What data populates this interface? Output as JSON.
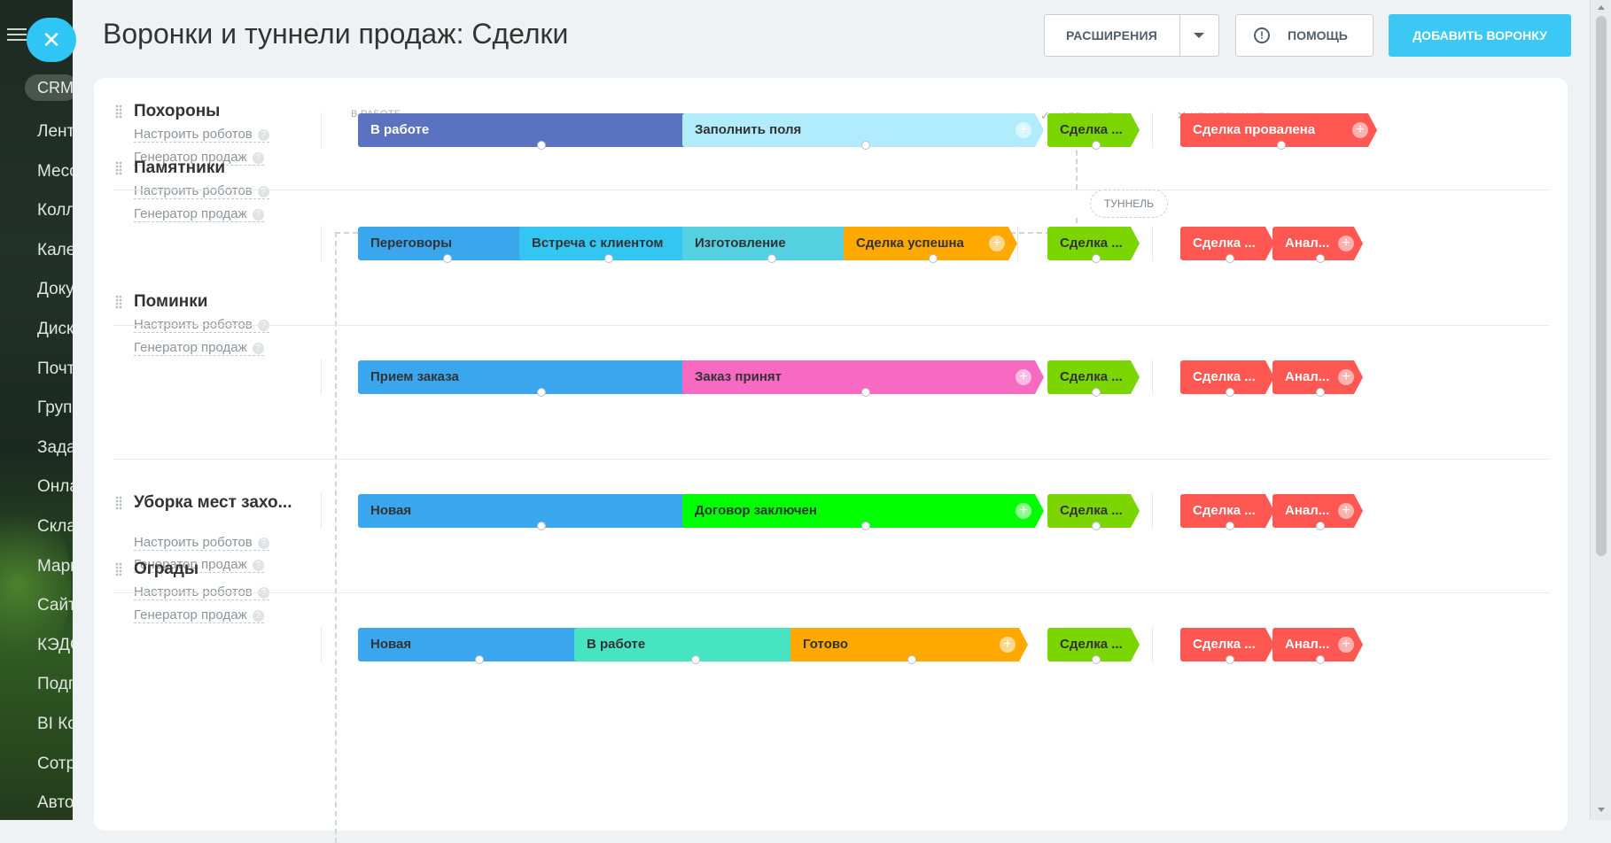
{
  "background_nav": {
    "crm_label": "CRM",
    "items": [
      "Лент",
      "Месс",
      "Колл",
      "Кале",
      "Доку",
      "Диск",
      "Почт",
      "Груп",
      "Зада",
      "Онла",
      "Скла",
      "Марк",
      "Сайт",
      "КЭДО",
      "Подп",
      "BI Ко",
      "Сотр",
      "Авто"
    ]
  },
  "header": {
    "title": "Воронки и туннели продаж: Сделки",
    "extensions_label": "РАСШИРЕНИЯ",
    "help_label": "ПОМОЩЬ",
    "add_funnel_label": "ДОБАВИТЬ ВОРОНКУ"
  },
  "columns": {
    "in_progress": "В РАБОТЕ",
    "success": "УСПЕШНЫЕ",
    "fail": "НЕУСПЕШНЫЕ"
  },
  "tunnel_label": "ТУННЕЛЬ",
  "colors": {
    "accent": "#3bc8f5",
    "success": "#7bd500",
    "fail": "#ff5752"
  },
  "funnels": [
    {
      "name": "Похороны",
      "robots_link": "Настроить роботов",
      "generator_link": "Генератор продаж",
      "stages": [
        {
          "name": "В работе",
          "color": "#5a72c0",
          "text_color": "#ffffff"
        },
        {
          "name": "Заполнить поля",
          "color": "#b0ecfb",
          "text_color": "#333333"
        }
      ],
      "success": [
        {
          "name": "Сделка ...",
          "color": "#7bd500"
        }
      ],
      "fail": [
        {
          "name": "Сделка провалена",
          "color": "#ff5752"
        }
      ]
    },
    {
      "name": "Памятники",
      "robots_link": "Настроить роботов",
      "generator_link": "Генератор продаж",
      "stages": [
        {
          "name": "Переговоры",
          "color": "#3aa6ee",
          "text_color": "#333333"
        },
        {
          "name": "Встреча с клиентом",
          "color": "#34c6f3",
          "text_color": "#333333"
        },
        {
          "name": "Изготовление",
          "color": "#55d0e0",
          "text_color": "#333333"
        },
        {
          "name": "Сделка успешна",
          "color": "#ffa900",
          "text_color": "#333333"
        }
      ],
      "success": [
        {
          "name": "Сделка ...",
          "color": "#7bd500"
        }
      ],
      "fail": [
        {
          "name": "Сделка ...",
          "color": "#ff5752"
        },
        {
          "name": "Анал...",
          "color": "#ff5752"
        }
      ]
    },
    {
      "name": "Поминки",
      "robots_link": "Настроить роботов",
      "generator_link": "Генератор продаж",
      "stages": [
        {
          "name": "Прием заказа",
          "color": "#3aa6ee",
          "text_color": "#333333"
        },
        {
          "name": "Заказ принят",
          "color": "#f86ac1",
          "text_color": "#333333"
        }
      ],
      "success": [
        {
          "name": "Сделка ...",
          "color": "#7bd500"
        }
      ],
      "fail": [
        {
          "name": "Сделка ...",
          "color": "#ff5752"
        },
        {
          "name": "Анал...",
          "color": "#ff5752"
        }
      ]
    },
    {
      "name": "Уборка мест захо...",
      "robots_link": "Настроить роботов",
      "generator_link": "Генератор продаж",
      "stages": [
        {
          "name": "Новая",
          "color": "#3aa6ee",
          "text_color": "#333333"
        },
        {
          "name": "Договор заключен",
          "color": "#00ff00",
          "text_color": "#333333"
        }
      ],
      "success": [
        {
          "name": "Сделка ...",
          "color": "#7bd500"
        }
      ],
      "fail": [
        {
          "name": "Сделка ...",
          "color": "#ff5752"
        },
        {
          "name": "Анал...",
          "color": "#ff5752"
        }
      ]
    },
    {
      "name": "Ограды",
      "robots_link": "Настроить роботов",
      "generator_link": "Генератор продаж",
      "stages": [
        {
          "name": "Новая",
          "color": "#3aa6ee",
          "text_color": "#333333"
        },
        {
          "name": "В работе",
          "color": "#47e4c2",
          "text_color": "#333333"
        },
        {
          "name": "Готово",
          "color": "#ffa900",
          "text_color": "#333333"
        }
      ],
      "success": [
        {
          "name": "Сделка ...",
          "color": "#7bd500"
        }
      ],
      "fail": [
        {
          "name": "Сделка ...",
          "color": "#ff5752"
        },
        {
          "name": "Анал...",
          "color": "#ff5752"
        }
      ]
    }
  ]
}
